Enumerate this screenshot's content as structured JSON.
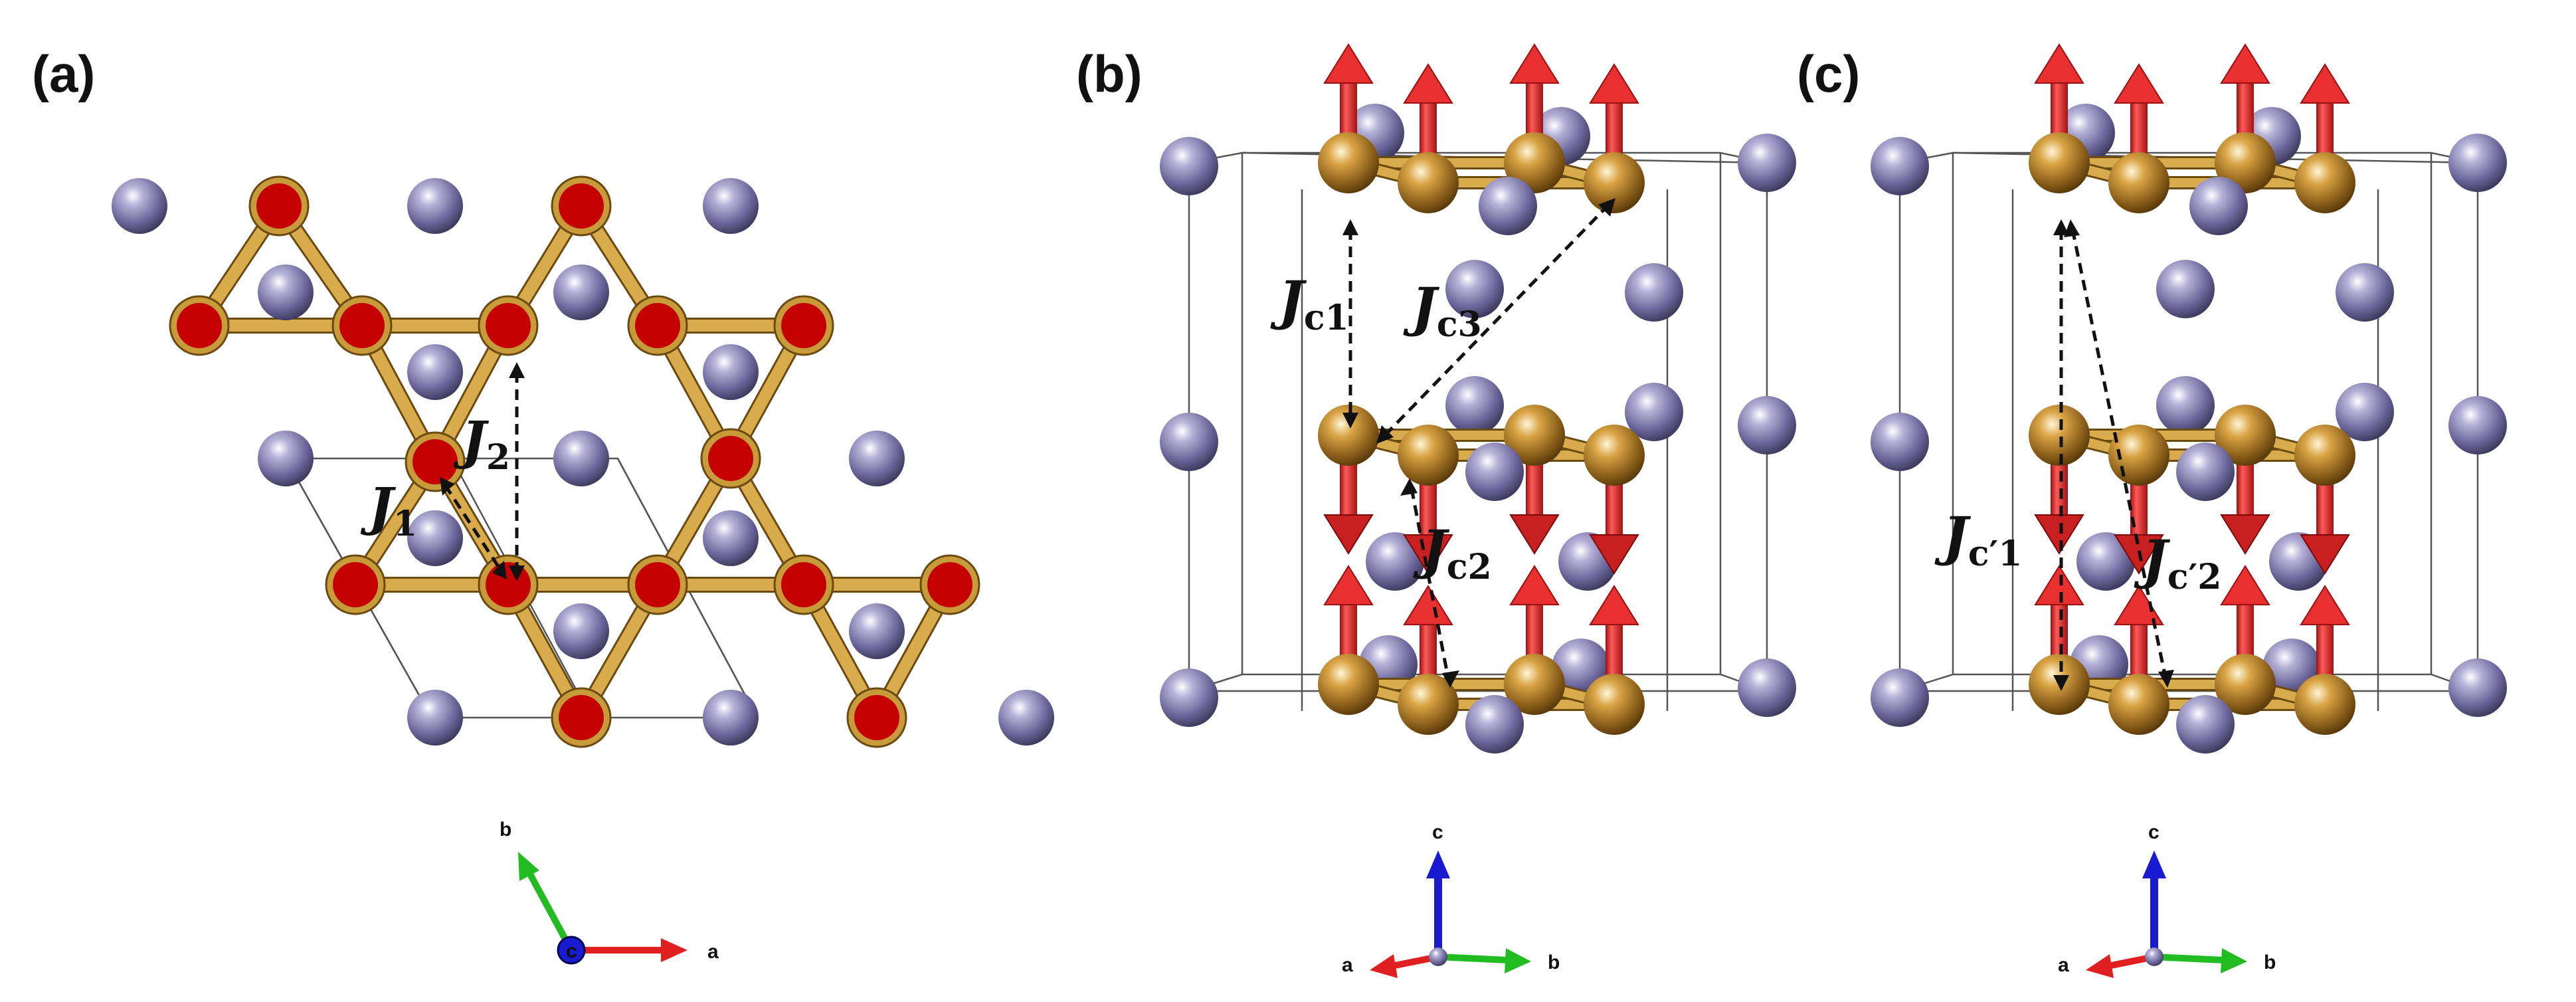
{
  "panels": [
    {
      "label": "(a)",
      "couplings": [
        {
          "main": "J",
          "sub": "1"
        },
        {
          "main": "J",
          "sub": "2"
        }
      ],
      "axes": [
        "b",
        "a",
        "c"
      ]
    },
    {
      "label": "(b)",
      "couplings": [
        {
          "main": "J",
          "sub": "c1"
        },
        {
          "main": "J",
          "sub": "c3"
        },
        {
          "main": "J",
          "sub": "c2"
        }
      ],
      "axes": [
        "c",
        "a",
        "b"
      ]
    },
    {
      "label": "(c)",
      "couplings": [
        {
          "main": "J",
          "sub": "c′1"
        },
        {
          "main": "J",
          "sub": "c′2"
        }
      ],
      "axes": [
        "c",
        "a",
        "b"
      ]
    }
  ],
  "colors": {
    "kagome_atom": "#c40000",
    "bond": "#c79a3a",
    "metal_atom": "#b88a35",
    "purple_atom": "#7b74a8",
    "spin_arrow": "#e03030",
    "axis_a": "#e02020",
    "axis_b": "#22bb22",
    "axis_c": "#1a1ad0"
  }
}
